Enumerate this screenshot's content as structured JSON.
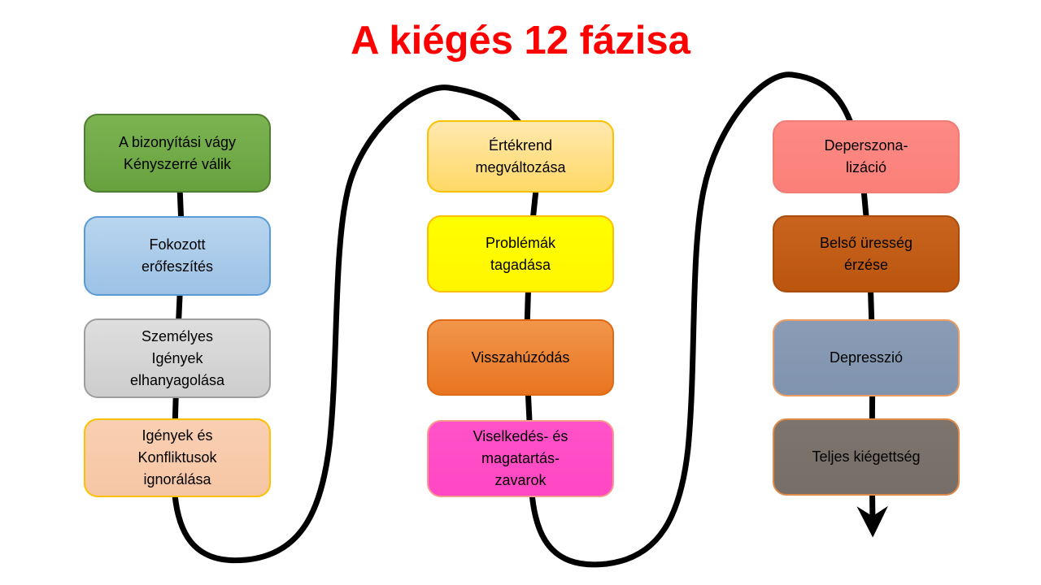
{
  "title": {
    "text": "A kiégés 12 fázisa",
    "color": "#FF0000"
  },
  "connector": {
    "color": "#000000",
    "end": "arrow-down"
  },
  "columns": [
    {
      "boxes": [
        {
          "label": "A bizonyítási vágy\nKényszerré válik",
          "fill": "#7BB351",
          "fill2": "#68A23F",
          "border": "#507E30",
          "text_color": "#000000"
        },
        {
          "label": "Fokozott\nerőfeszítés",
          "fill": "#B9D5EF",
          "fill2": "#9CC2E5",
          "border": "#5B9BD5",
          "text_color": "#000000"
        },
        {
          "label": "Személyes\nIgények\nelhanyagolása",
          "fill": "#DEDEDE",
          "fill2": "#CDCDCD",
          "border": "#9E9E9E",
          "text_color": "#000000"
        },
        {
          "label": "Igények és\nKonfliktusok\nignorálása",
          "fill": "#F9CFB2",
          "fill2": "#F6C6A4",
          "border": "#FFC000",
          "text_color": "#000000"
        }
      ]
    },
    {
      "boxes": [
        {
          "label": "Értékrend\nmegváltozása",
          "fill": "#FFE8AF",
          "fill2": "#FFD966",
          "border": "#FFC000",
          "text_color": "#000000"
        },
        {
          "label": "Problémák\ntagadása",
          "fill": "#FFFF00",
          "fill2": "#FFF600",
          "border": "#FFC000",
          "text_color": "#000000"
        },
        {
          "label": "Visszahúzódás",
          "fill": "#F1964B",
          "fill2": "#E97420",
          "border": "#DF6A14",
          "text_color": "#000000"
        },
        {
          "label": "Viselkedés- és\nmagatartás-\nzavarok",
          "fill": "#FF52C9",
          "fill2": "#FF47C2",
          "border": "#F89A90",
          "text_color": "#000000"
        }
      ]
    },
    {
      "boxes": [
        {
          "label": "Deperszona-\nlizáció",
          "fill": "#FD8A84",
          "fill2": "#FB7F79",
          "border": "#EF7D75",
          "text_color": "#000000"
        },
        {
          "label": "Belső üresség\nérzése",
          "fill": "#C8641F",
          "fill2": "#BB550E",
          "border": "#A84D0D",
          "text_color": "#000000"
        },
        {
          "label": "Depresszió",
          "fill": "#8A9CB5",
          "fill2": "#8093AE",
          "border": "#EA9C61",
          "text_color": "#000000"
        },
        {
          "label": "Teljes kiégettség",
          "fill": "#7D746D",
          "fill2": "#776E67",
          "border": "#DE8A49",
          "text_color": "#000000"
        }
      ]
    }
  ]
}
